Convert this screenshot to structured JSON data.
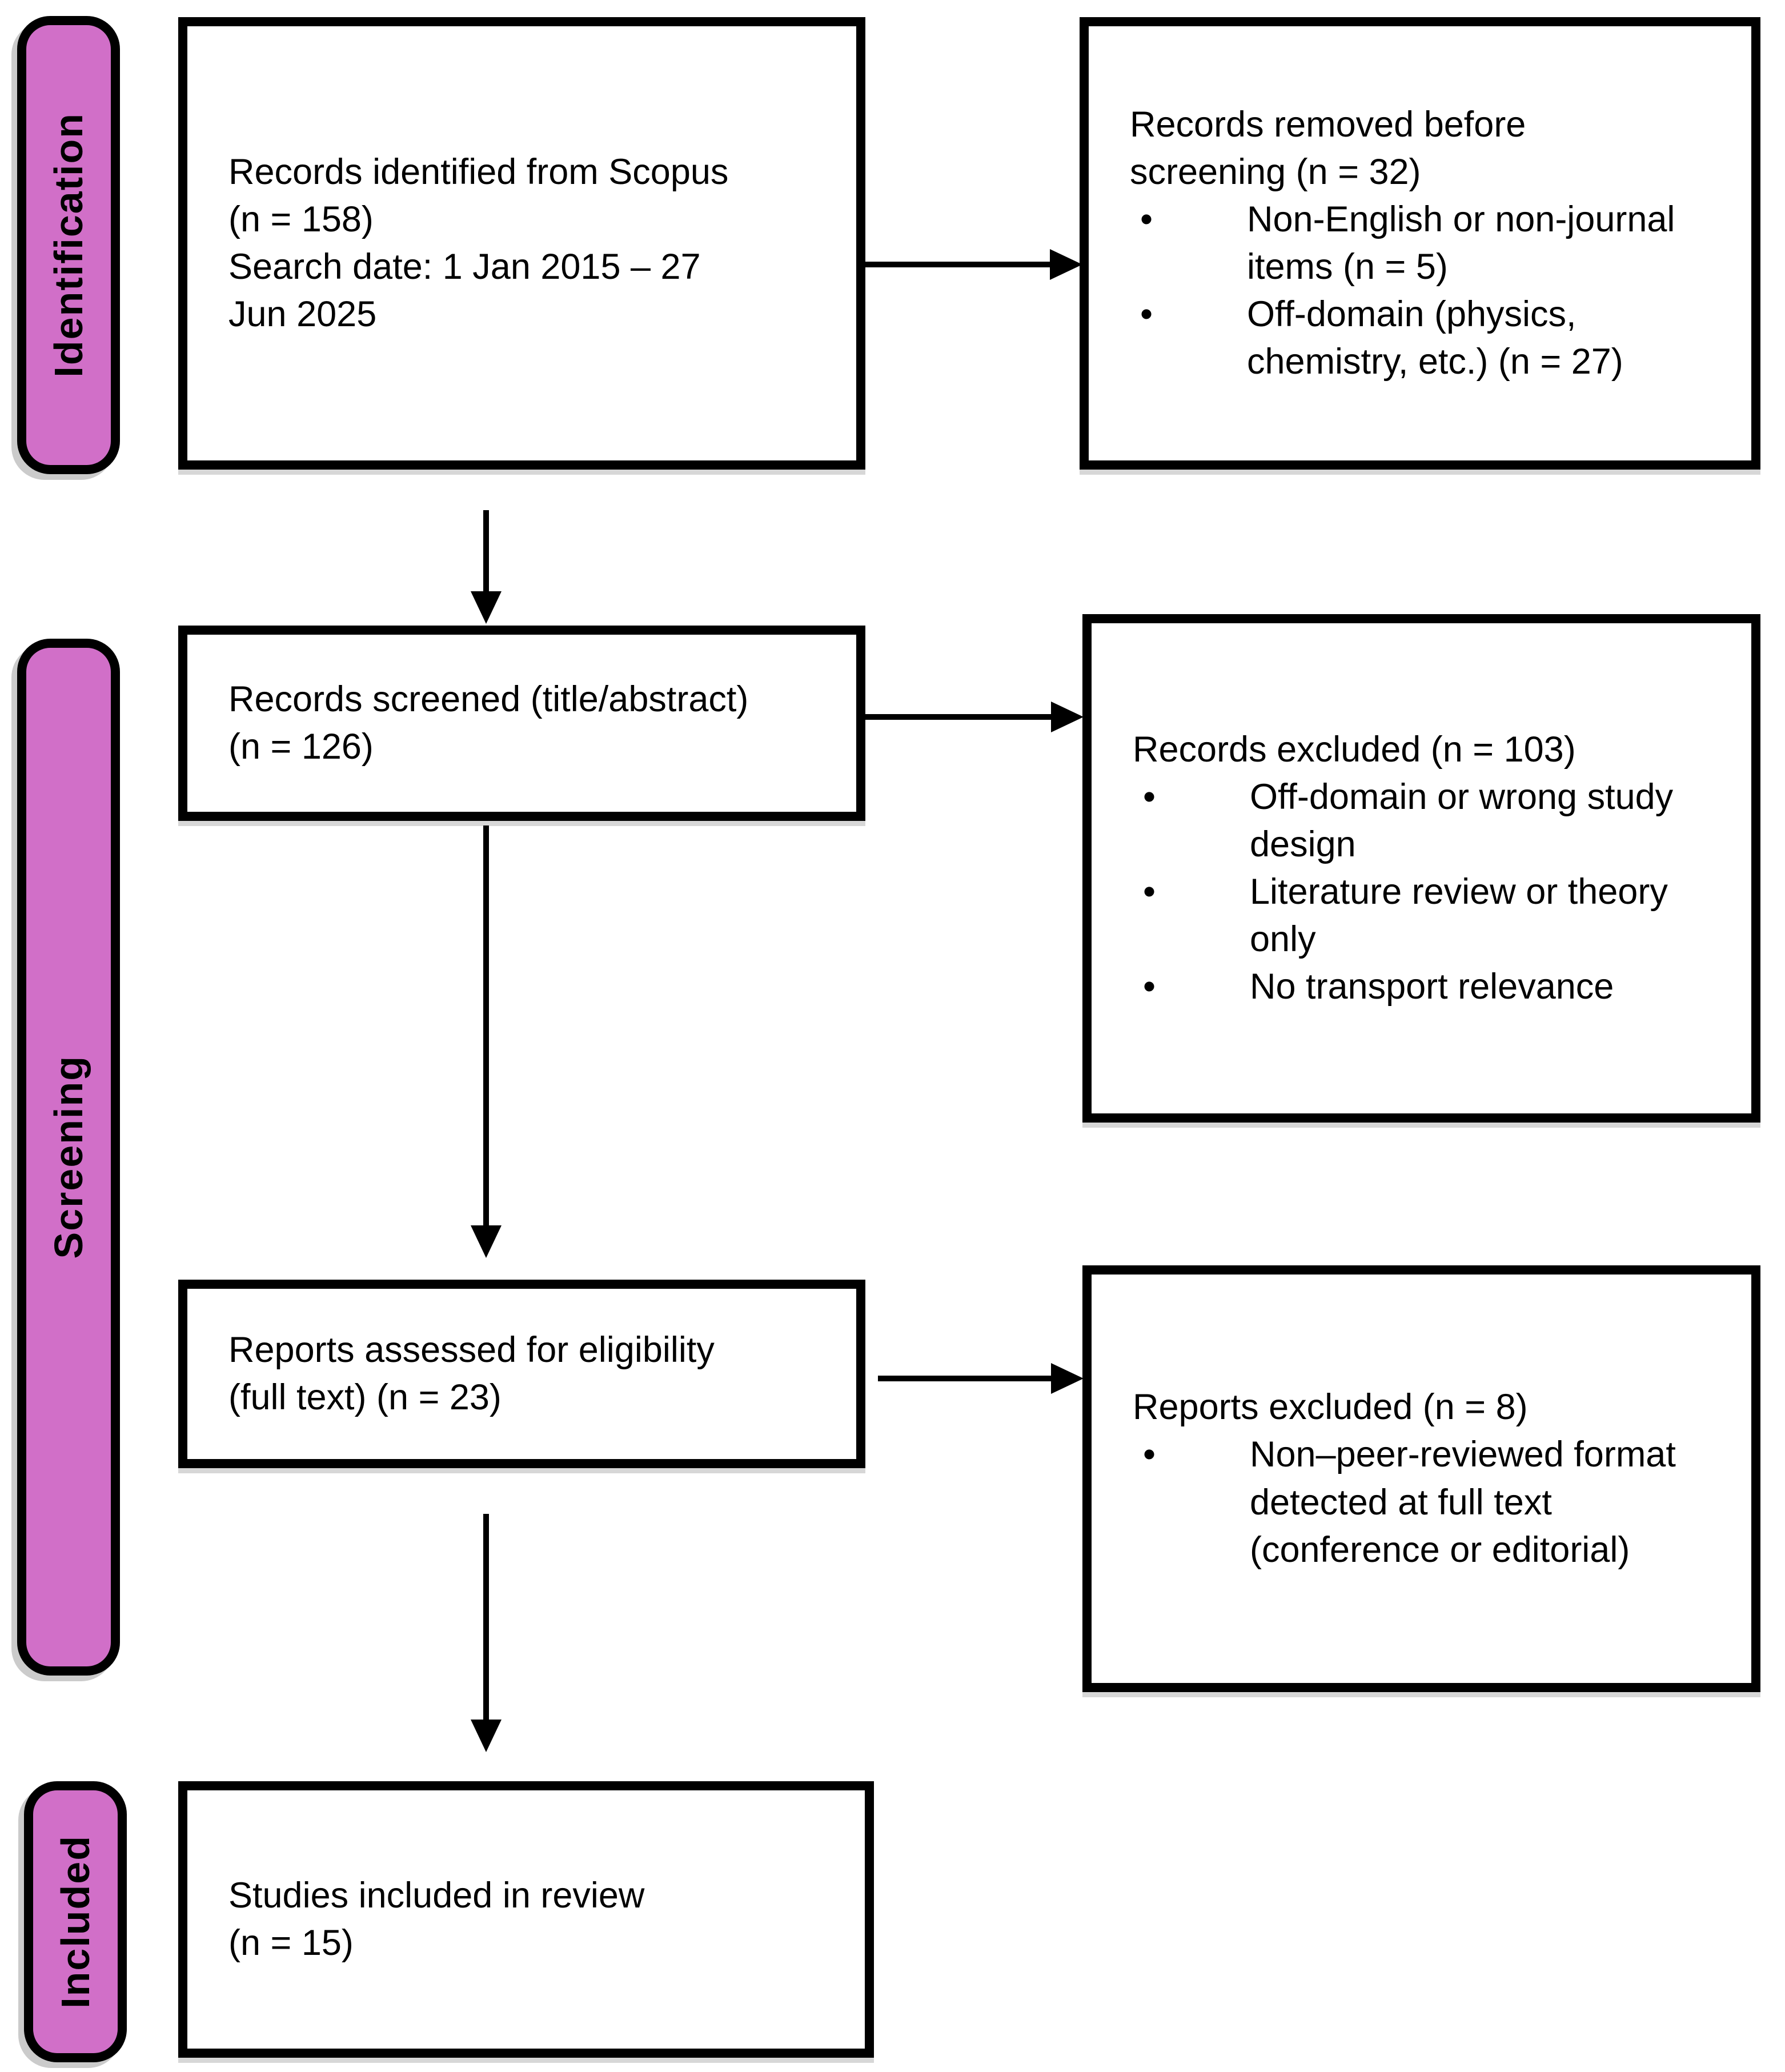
{
  "diagram": {
    "kind": "prisma-flow",
    "colors": {
      "stage_fill": "#D16FC8",
      "border": "#000000",
      "box_fill": "#FFFFFF",
      "text": "#000000"
    }
  },
  "stages": [
    {
      "label": "Identification"
    },
    {
      "label": "Screening"
    },
    {
      "label": "Included"
    }
  ],
  "boxes": {
    "identified": {
      "text": "Records identified from Scopus\n(n = 158)\nSearch date: 1 Jan 2015 – 27\nJun 2025"
    },
    "screened": {
      "text": "Records screened (title/abstract)\n(n = 126)"
    },
    "assessed": {
      "text": "Reports assessed for eligibility\n(full text) (n = 23)"
    },
    "included": {
      "text": "Studies included in review\n(n = 15)"
    },
    "removed": {
      "title": "Records removed before\nscreening (n = 32)",
      "bullets": [
        "Non-English or non-journal\nitems (n = 5)",
        "Off-domain (physics,\nchemistry, etc.) (n = 27)"
      ]
    },
    "records_excluded": {
      "title": "Records excluded (n = 103)",
      "bullets": [
        "Off-domain or wrong study\ndesign",
        "Literature review or theory\nonly",
        "No transport relevance"
      ]
    },
    "reports_excluded": {
      "title": "Reports excluded (n = 8)",
      "bullets": [
        "Non–peer-reviewed format\ndetected at full text\n(conference or editorial)"
      ]
    }
  }
}
